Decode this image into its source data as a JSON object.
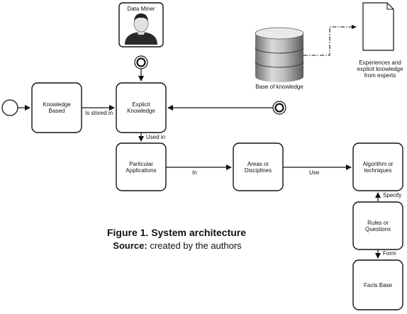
{
  "nodes": {
    "data_miner": "Data Miner",
    "knowledge_based": [
      "Knowledge",
      "Based"
    ],
    "explicit_knowledge": [
      "Explicit",
      "Knowledge"
    ],
    "base_of_knowledge": "Base of knowledge",
    "experiences": [
      "Experiences and",
      "explicit knowledge",
      "from experts"
    ],
    "particular_applications": [
      "Particular",
      "Applications"
    ],
    "areas_or_disciplines": [
      "Areas or",
      "Disciplines"
    ],
    "algorithm_or_techniques": [
      "Algorithm or",
      "techniques"
    ],
    "rules_or_questions": [
      "Rules or",
      "Questions"
    ],
    "facts_base": "Facts Base"
  },
  "edges": {
    "is_stored_in": "Is stored in",
    "used_in": "Used in",
    "in": "In",
    "use": "Use",
    "specify": "Specify",
    "form": "Form"
  },
  "caption": {
    "title": "Figure 1. System architecture",
    "source_label": "Source:",
    "source_text": " created by the authors"
  }
}
